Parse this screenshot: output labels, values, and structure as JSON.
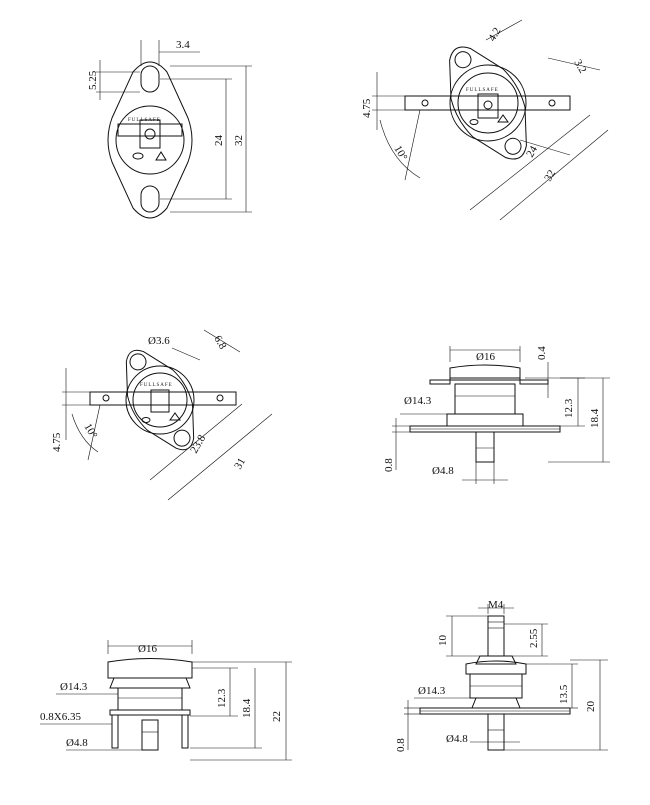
{
  "brand_text": "FULLSAFE",
  "views": {
    "top_fixed": {
      "dims": {
        "hole_dia": "3.4",
        "hole_offset": "5.25",
        "hole_pitch": "24",
        "flange_length": "32"
      }
    },
    "top_rotated": {
      "dims": {
        "hole_dia": "4.2",
        "hole_offset": "3.2",
        "terminal_width": "4.75",
        "angle": "10°",
        "hole_pitch": "24",
        "flange_length": "32"
      }
    },
    "top_rotated_small": {
      "dims": {
        "hole_dia": "Ø3.6",
        "hole_offset": "6.8",
        "terminal_width": "4.75",
        "angle": "10°",
        "hole_pitch": "23.8",
        "flange_length": "31"
      }
    },
    "side_flat": {
      "dims": {
        "cap_dia": "Ø16",
        "cap_thick": "0.4",
        "body_dia": "Ø14.3",
        "body_height": "12.3",
        "total_height": "18.4",
        "plate_thick": "0.8",
        "stem_dia": "Ø4.8"
      }
    },
    "side_bent": {
      "dims": {
        "cap_dia": "Ø16",
        "body_dia": "Ø14.3",
        "terminal": "0.8X6.35",
        "stem_dia": "Ø4.8",
        "body_height": "12.3",
        "mid_height": "18.4",
        "total_height": "22"
      }
    },
    "side_threaded": {
      "dims": {
        "thread": "M4",
        "thread_len": "10",
        "thread_gap": "2.55",
        "body_dia": "Ø14.3",
        "body_height": "13.5",
        "total_height": "20",
        "plate_thick": "0.8",
        "stem_dia": "Ø4.8"
      }
    }
  }
}
